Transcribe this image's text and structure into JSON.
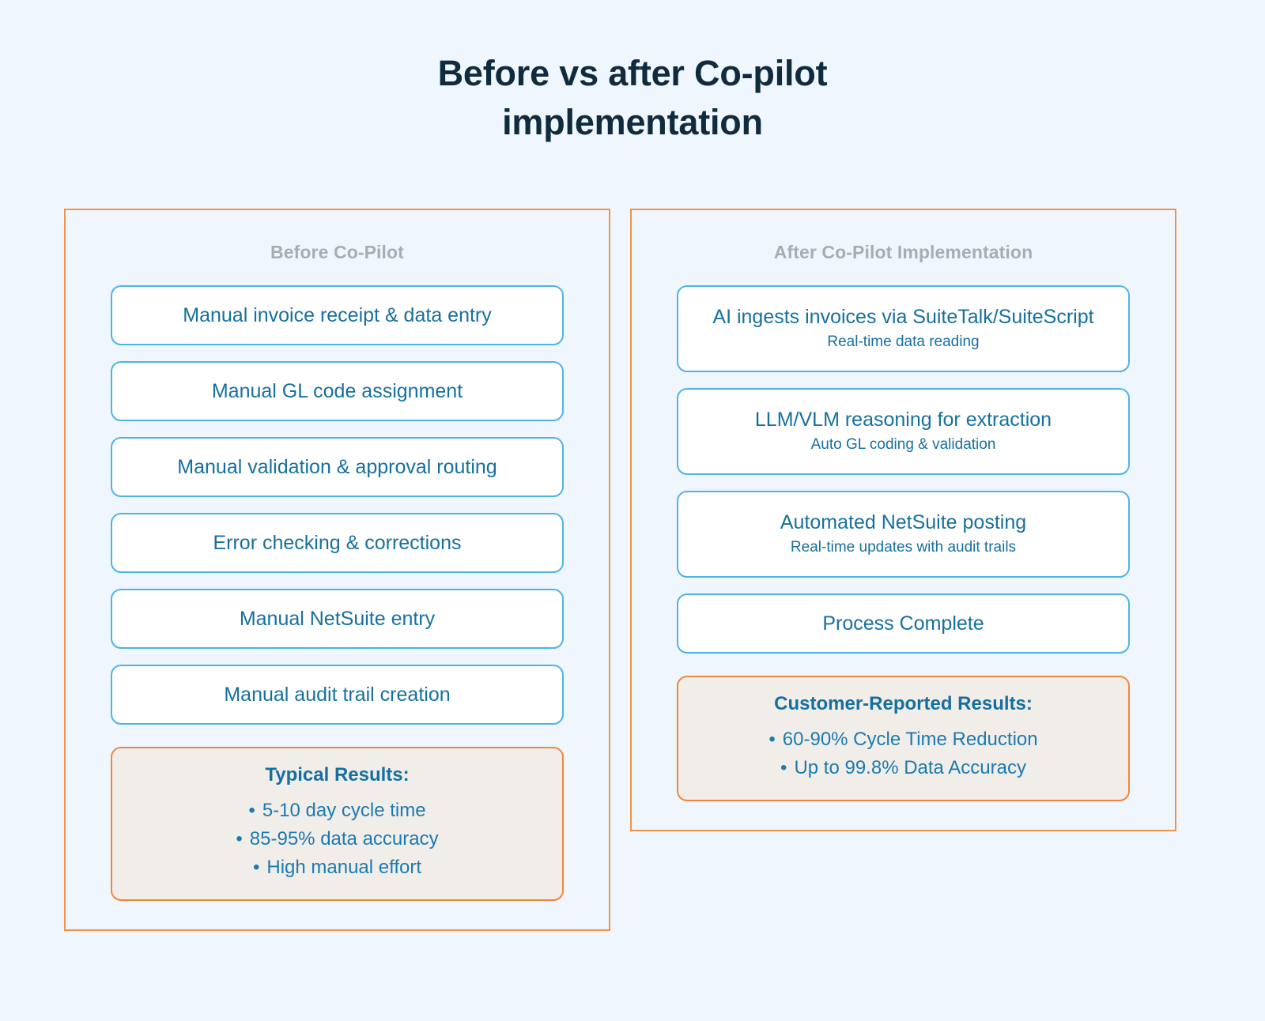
{
  "title": {
    "line1": "Before vs after Co-pilot",
    "line2": "implementation"
  },
  "colors": {
    "page_background": "#eff6fd",
    "panel_border": "#f3934a",
    "step_border": "#4fb3e8",
    "step_fill": "#ffffff",
    "step_text": "#16709f",
    "heading_text": "#a9adb1",
    "title_text": "#0f2b3d",
    "results_border": "#f2873b",
    "results_fill": "#f1ede9",
    "results_text": "#1b7bb0"
  },
  "columns": [
    {
      "heading": "Before Co-Pilot",
      "steps": [
        {
          "title": "Manual invoice receipt & data entry",
          "sub": ""
        },
        {
          "title": "Manual GL code assignment",
          "sub": ""
        },
        {
          "title": "Manual validation & approval routing",
          "sub": ""
        },
        {
          "title": "Error checking & corrections",
          "sub": ""
        },
        {
          "title": "Manual NetSuite entry",
          "sub": ""
        },
        {
          "title": "Manual audit trail creation",
          "sub": ""
        }
      ],
      "results": {
        "title": "Typical Results:",
        "items": [
          "5-10 day cycle time",
          "85-95% data accuracy",
          "High manual effort"
        ]
      }
    },
    {
      "heading": "After Co-Pilot Implementation",
      "steps": [
        {
          "title": "AI ingests invoices via SuiteTalk/SuiteScript",
          "sub": "Real-time data reading"
        },
        {
          "title": "LLM/VLM reasoning for extraction",
          "sub": "Auto GL coding & validation"
        },
        {
          "title": "Automated NetSuite posting",
          "sub": "Real-time updates with audit trails"
        },
        {
          "title": "Process Complete",
          "sub": ""
        }
      ],
      "results": {
        "title": "Customer-Reported Results:",
        "items": [
          "60-90% Cycle Time Reduction",
          "Up to 99.8% Data Accuracy"
        ]
      }
    }
  ],
  "bullet_glyph": "•"
}
